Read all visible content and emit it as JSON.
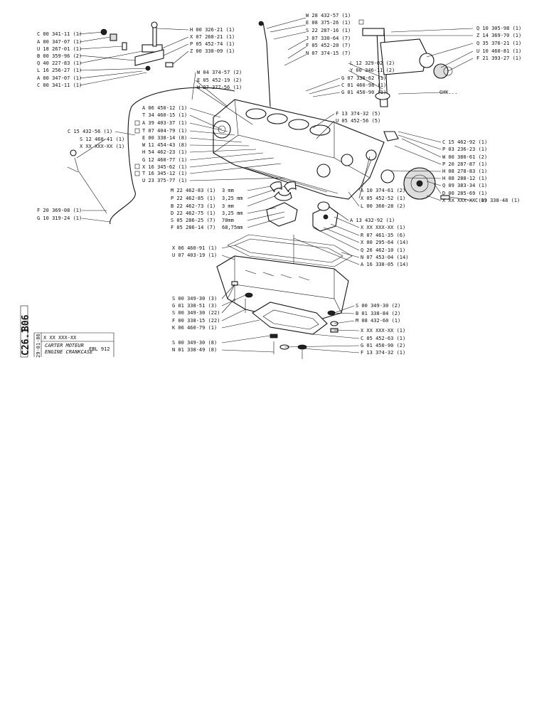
{
  "sheet": {
    "section_code": "B06",
    "plate_code": "C26.1",
    "date": "29-01-86",
    "ref_header": "X XX XXX-XX",
    "title_fr": "CARTER MOTEUR",
    "title_en": "ENGINE CRANKCASE",
    "model": "FBL 912"
  },
  "labels": {
    "left": [
      "C 00 341-11 (1)",
      "A 00 347-07 (1)",
      "U 18 267-01 (1)",
      "B 00 359-96 (2)",
      "Q 40 227-83 (1)",
      "L 16 256-27 (1)",
      "A 00 347-07 (1)",
      "C 00 341-11 (1)",
      "C 15 432-56 (1)",
      "S 12 460-41 (1)",
      "X XX XXX-XX (1)",
      "F 20 369-08 (1)",
      "G 10 319-24 (1)"
    ],
    "top_center": [
      "H 00 326-21 (1)",
      "X 07 268-21 (1)",
      "P 05 452-74 (1)",
      "Z 00 338-09 (1)"
    ],
    "mid_left": [
      "W 04 374-57 (2)",
      "E 05 452-19 (2)",
      "W 27 377-56 (1)",
      "A 06 450-12 (1)",
      "T 34 460-15 (1)",
      "A 39 403-37 (1)",
      "T 07 404-79 (1)",
      "E 00 338-14 (8)",
      "W 11 454-43 (8)",
      "H 54 462-23 (1)",
      "G 12 460-77 (1)",
      "X 16 345-62 (1)",
      "T 16 345-12 (1)",
      "U 23 375-77 (1)"
    ],
    "bearings": [
      "M 22 462-83 (1)",
      "P 22 462-85 (1)",
      "B 22 462-73 (1)",
      "D 22 462-75 (1)",
      "S 05 286-25 (7)",
      "F 05 286-14 (7)"
    ],
    "bearing_sizes": [
      "3 mm",
      "3,25 mm",
      "3 mm",
      "3,25 mm",
      "70mm",
      "68,75mm"
    ],
    "top_right": [
      "W 28 432-57 (1)",
      "E 08 375-26 (1)",
      "S 22 287-16 (1)",
      "J 07 330-64 (7)",
      "F 05 452-20 (7)",
      "N 07 374-15 (7)",
      "Q 10 305-98 (1)",
      "Z 14 369-70 (1)",
      "Q 35 376-21 (1)",
      "U 10 460-81 (1)",
      "F 21 393-27 (1)",
      "L 12 329-02 (2)",
      "Y 00 346-11 (2)",
      "G 07 330-62 (1)",
      "C 01 460-98 (1)",
      "G 01 450-90 (1)",
      "F 13 374-32 (5)",
      "U 05 452-56 (5)",
      "GHK..."
    ],
    "right": [
      "C 15 462-92 (1)",
      "P 03 236-23 (1)",
      "W 00 380-61 (2)",
      "P 20 287-87 (1)",
      "H 08 278-83 (1)",
      "H 08 288-12 (1)",
      "Q 09 383-34 (1)",
      "D 00 285-69 (1)",
      "X XX XXX-XX (1)",
      "C 09 338-48 (1)",
      "A 10 374-61 (2)",
      "X 05 452-52 (1)",
      "L 00 360-28 (2)",
      "A 13 432-92 (1)",
      "X XX XXX-XX (1)",
      "R 07 461-35 (6)",
      "X 00 295-64 (14)",
      "Q 26 462-10 (1)",
      "N 07 453-04 (14)",
      "A 16 338-05 (14)"
    ],
    "oilpan_left": [
      "X 06 460-91 (1)",
      "U 07 403-19 (1)",
      "S 00 349-30 (3)",
      "G 01 338-51 (3)",
      "S 00 349-30 (22)",
      "F 00 338-15 (22)",
      "K 06 460-79 (1)",
      "S 00 349-30 (8)",
      "N 01 338-49 (8)"
    ],
    "oilpan_right": [
      "S 00 349-30 (2)",
      "B 01 338-84 (2)",
      "M 08 432-60 (1)",
      "X XX XXX-XX (1)",
      "C 05 452-63 (1)",
      "G 01 450-90 (2)",
      "F 13 374-32 (1)"
    ]
  }
}
